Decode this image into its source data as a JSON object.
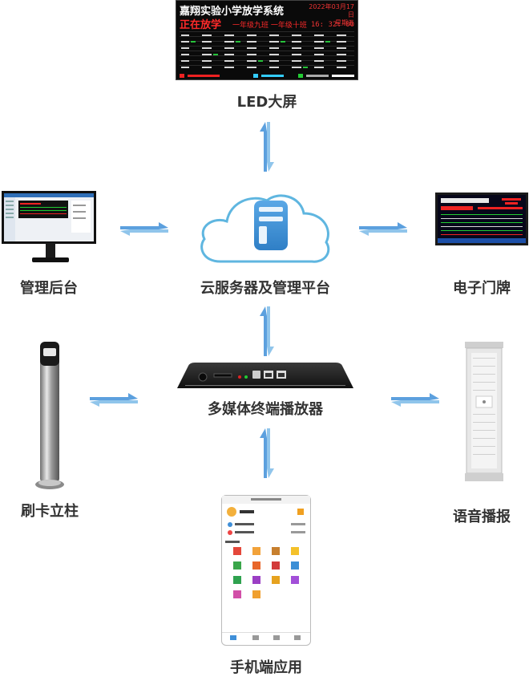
{
  "nodes": {
    "led": {
      "label": "LED大屏"
    },
    "cloud": {
      "label": "云服务器及管理平台"
    },
    "admin": {
      "label": "管理后台"
    },
    "door": {
      "label": "电子门牌"
    },
    "player": {
      "label": "多媒体终端播放器"
    },
    "card": {
      "label": "刷卡立柱"
    },
    "speaker": {
      "label": "语音播报"
    },
    "mobile": {
      "label": "手机端应用"
    }
  },
  "led_screen": {
    "title": "嘉翔实验小学放学系统",
    "date": "2022年03月17日",
    "weekday": "星期五",
    "status": "正在放学",
    "classes": "一年级九班 一年级十班",
    "time": "16: 32: 00"
  },
  "colors": {
    "arrow_blue": "#3f8fd8",
    "cloud_stroke": "#5fb6e0",
    "label_text": "#333333"
  }
}
